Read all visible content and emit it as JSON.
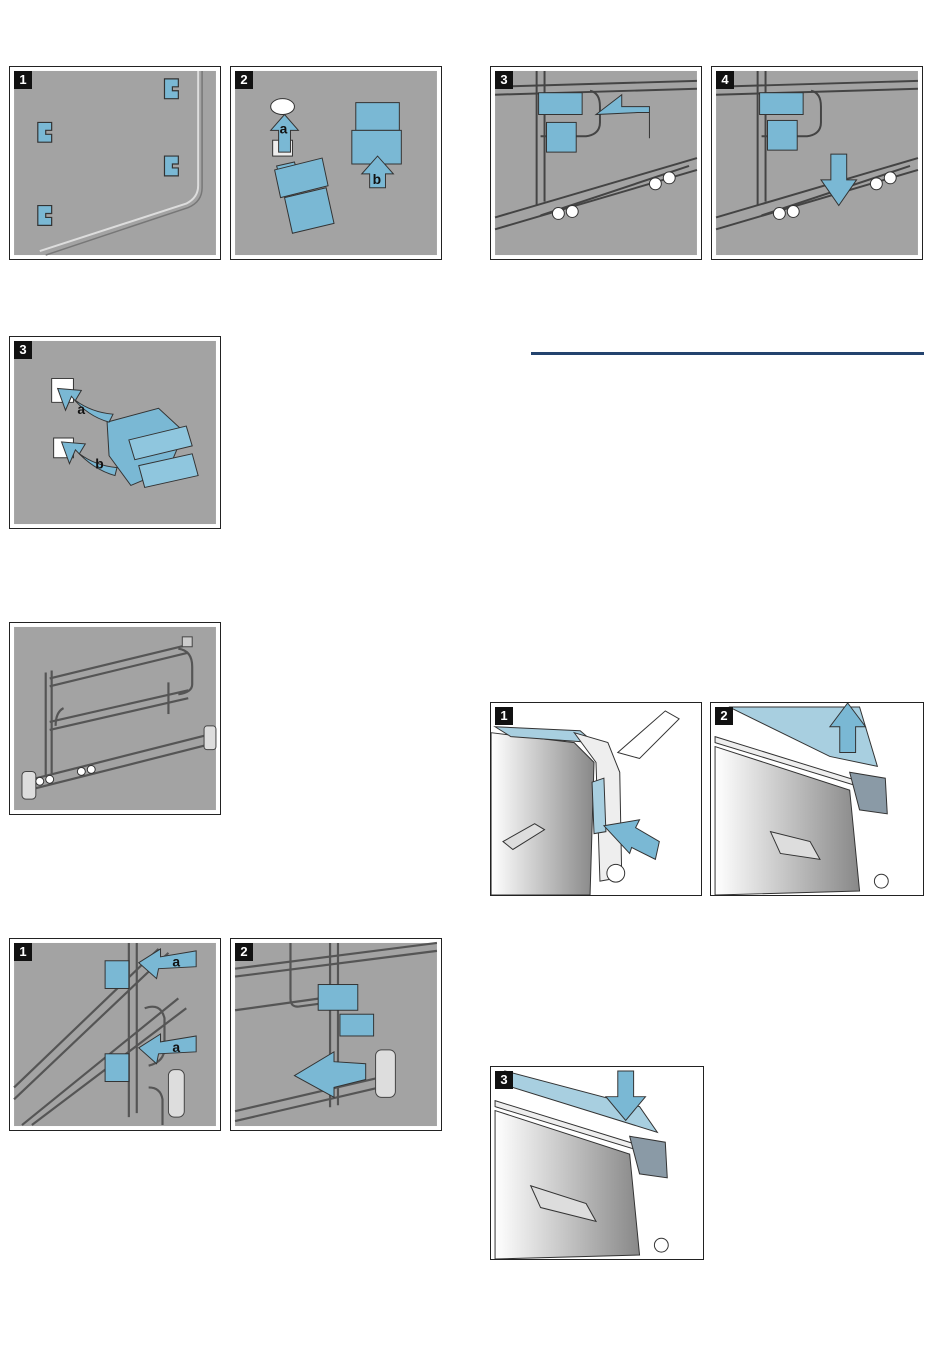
{
  "colors": {
    "accent": "#7ab8d4",
    "panel": "#a3a3a3",
    "rule": "#23436e"
  },
  "figures": {
    "top1": {
      "step": "1"
    },
    "top2": {
      "step": "2",
      "a": "a",
      "b": "b"
    },
    "top3": {
      "step": "3"
    },
    "top4": {
      "step": "4"
    },
    "mid3": {
      "step": "3",
      "a": "a",
      "b": "b"
    },
    "bot1": {
      "step": "1",
      "a1": "a",
      "a2": "a"
    },
    "bot2": {
      "step": "2"
    },
    "door1": {
      "step": "1"
    },
    "door2": {
      "step": "2"
    },
    "door3": {
      "step": "3"
    }
  }
}
